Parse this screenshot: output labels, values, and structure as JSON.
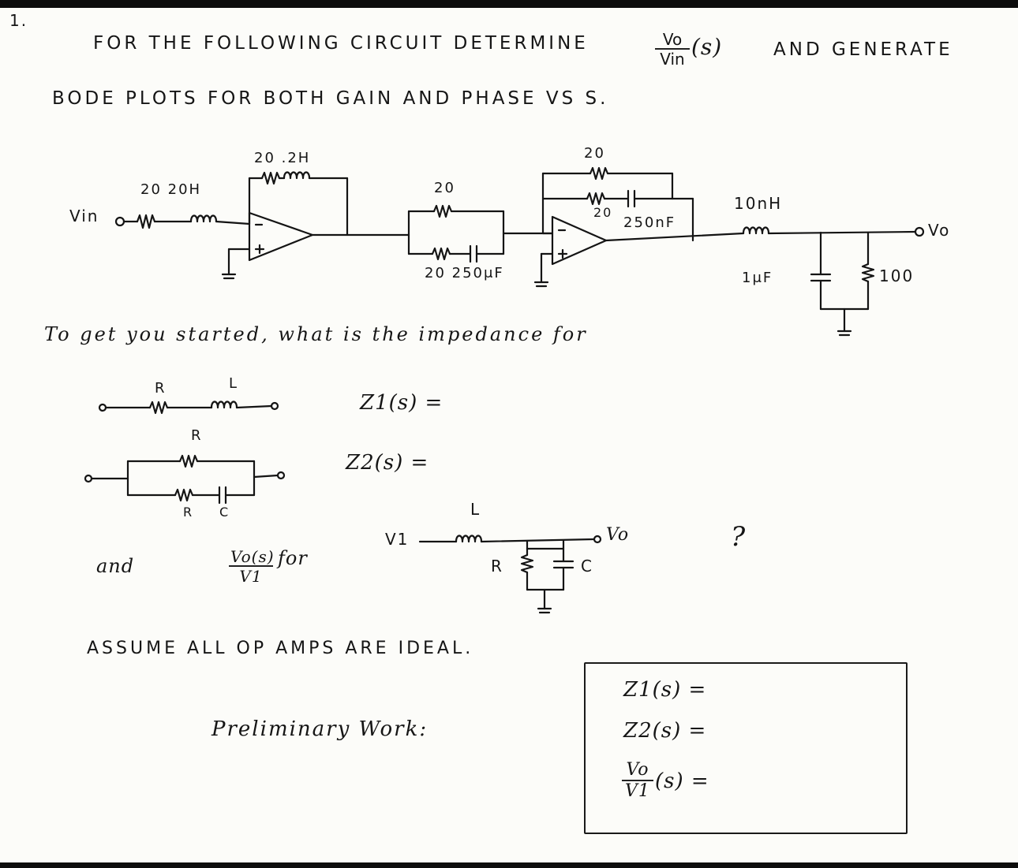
{
  "problem_number": "1.",
  "header": {
    "line1_prefix": "FOR THE FOLLOWING CIRCUIT DETERMINE",
    "vo": "Vo",
    "vin": "Vin",
    "of_s": "(s)",
    "line1_suffix": "AND GENERATE",
    "line2": "BODE PLOTS FOR BOTH GAIN AND PHASE VS S."
  },
  "circuit": {
    "vin_label": "Vin",
    "stage1_in_values": "20  20H",
    "stage1_fb_values": "20  .2H",
    "stage2_top_r": "20",
    "stage2_bottom_values": "20  250μF",
    "stage3_fb_r_top": "20",
    "stage3_fb_r_bottom": "20",
    "stage3_fb_c": "250nF",
    "output_l": "10nH",
    "output_c": "1μF",
    "output_r": "100",
    "vo_label": "Vo"
  },
  "intro": "To get you started, what is the impedance for",
  "series_rl": {
    "r": "R",
    "l": "L",
    "z1": "Z1(s) ="
  },
  "parallel_rrc": {
    "r": "R",
    "r2": "R",
    "c": "C",
    "z2": "Z2(s) ="
  },
  "filter": {
    "and": "and",
    "ratio_num": "Vo(s)",
    "ratio_den": "V1",
    "for": "for",
    "v1": "V1",
    "l": "L",
    "r": "R",
    "c": "C",
    "vo": "Vo",
    "question": "?"
  },
  "assume": "ASSUME ALL OP AMPS ARE IDEAL.",
  "preliminary": "Preliminary Work:",
  "answers": {
    "z1": "Z1(s) =",
    "z2": "Z2(s) =",
    "vo_num": "Vo",
    "vo_den": "V1",
    "vo_tail": "(s) ="
  }
}
